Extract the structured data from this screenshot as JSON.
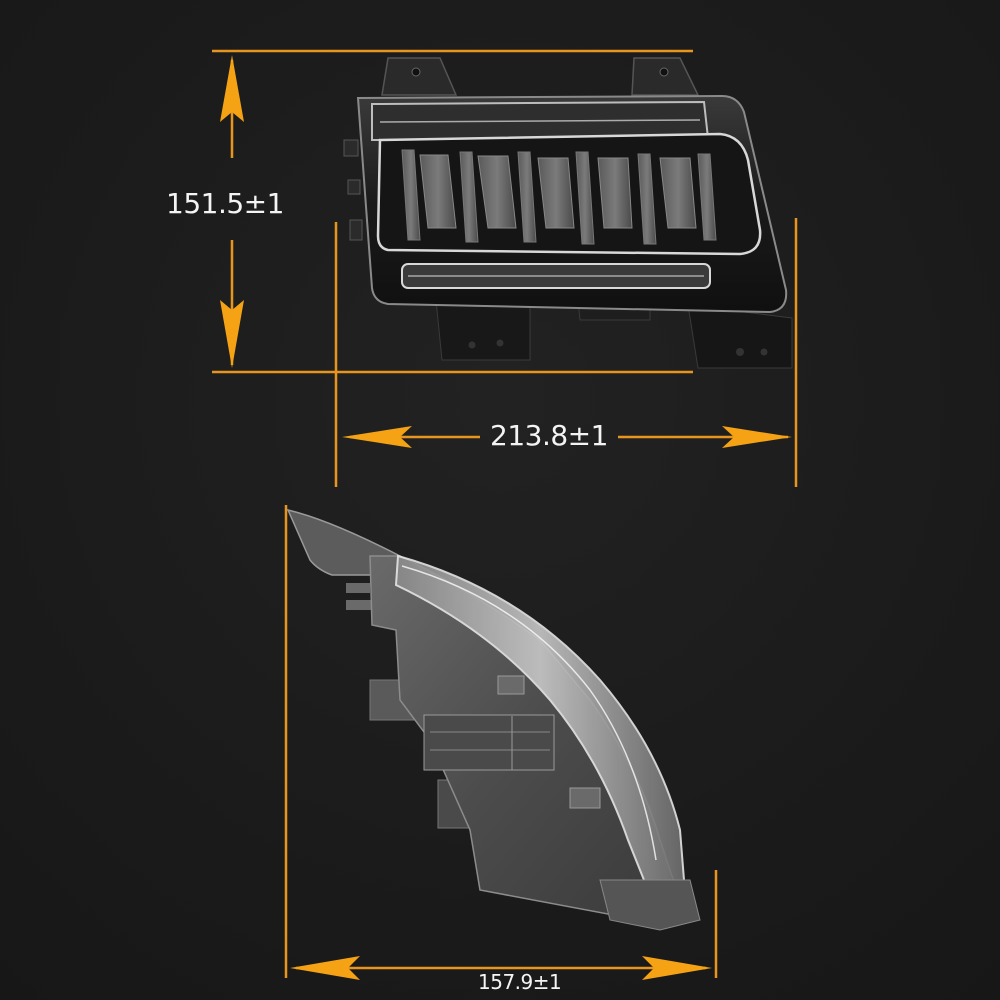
{
  "figure": {
    "subject": "LED side marker / turn signal lamp",
    "views": [
      {
        "id": "front-view",
        "description": "front view of lamp with five amber-segment LED blades and lower light bar"
      },
      {
        "id": "side-view",
        "description": "side profile view of lamp housing"
      }
    ]
  },
  "dimensions": {
    "height": {
      "value": "151.5",
      "tolerance": "1",
      "label": "151.5±1"
    },
    "width": {
      "value": "213.8",
      "tolerance": "1",
      "label": "213.8±1"
    },
    "depth": {
      "value": "157.9",
      "tolerance": "1",
      "label": "157.9±1"
    }
  },
  "colors": {
    "background": "#1c1c1c",
    "dimension_line": "#e8951f",
    "arrow_fill": "#f5a315",
    "label_text": "#f4f4f4"
  }
}
